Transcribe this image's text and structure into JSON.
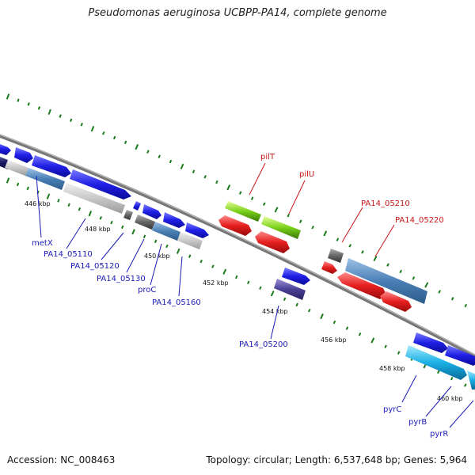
{
  "title": "Pseudomonas aeruginosa UCBPP-PA14, complete genome",
  "footer": {
    "accession": "Accession: NC_008463",
    "topology": "Topology: circular; Length: 6,537,648 bp; Genes: 5,964"
  },
  "colors": {
    "forward_gene": "#1f1fe6",
    "reverse_gene": "#e61f1f",
    "label_forward": "#1a1ab8",
    "label_reverse": "#c81414",
    "backbone": "#8a8a8a",
    "tick": "#1a7a1a"
  },
  "tick_labels": [
    "446 kbp",
    "448 kbp",
    "450 kbp",
    "452 kbp",
    "454 kbp",
    "456 kbp",
    "458 kbp",
    "460 kbp"
  ],
  "gene_labels": {
    "forward": [
      "metX",
      "PA14_05110",
      "PA14_05120",
      "PA14_05130",
      "proC",
      "PA14_05160",
      "PA14_05200",
      "pyrC",
      "pyrB",
      "pyrR"
    ],
    "reverse": [
      "pilT",
      "pilU",
      "PA14_05210",
      "PA14_05220"
    ]
  }
}
